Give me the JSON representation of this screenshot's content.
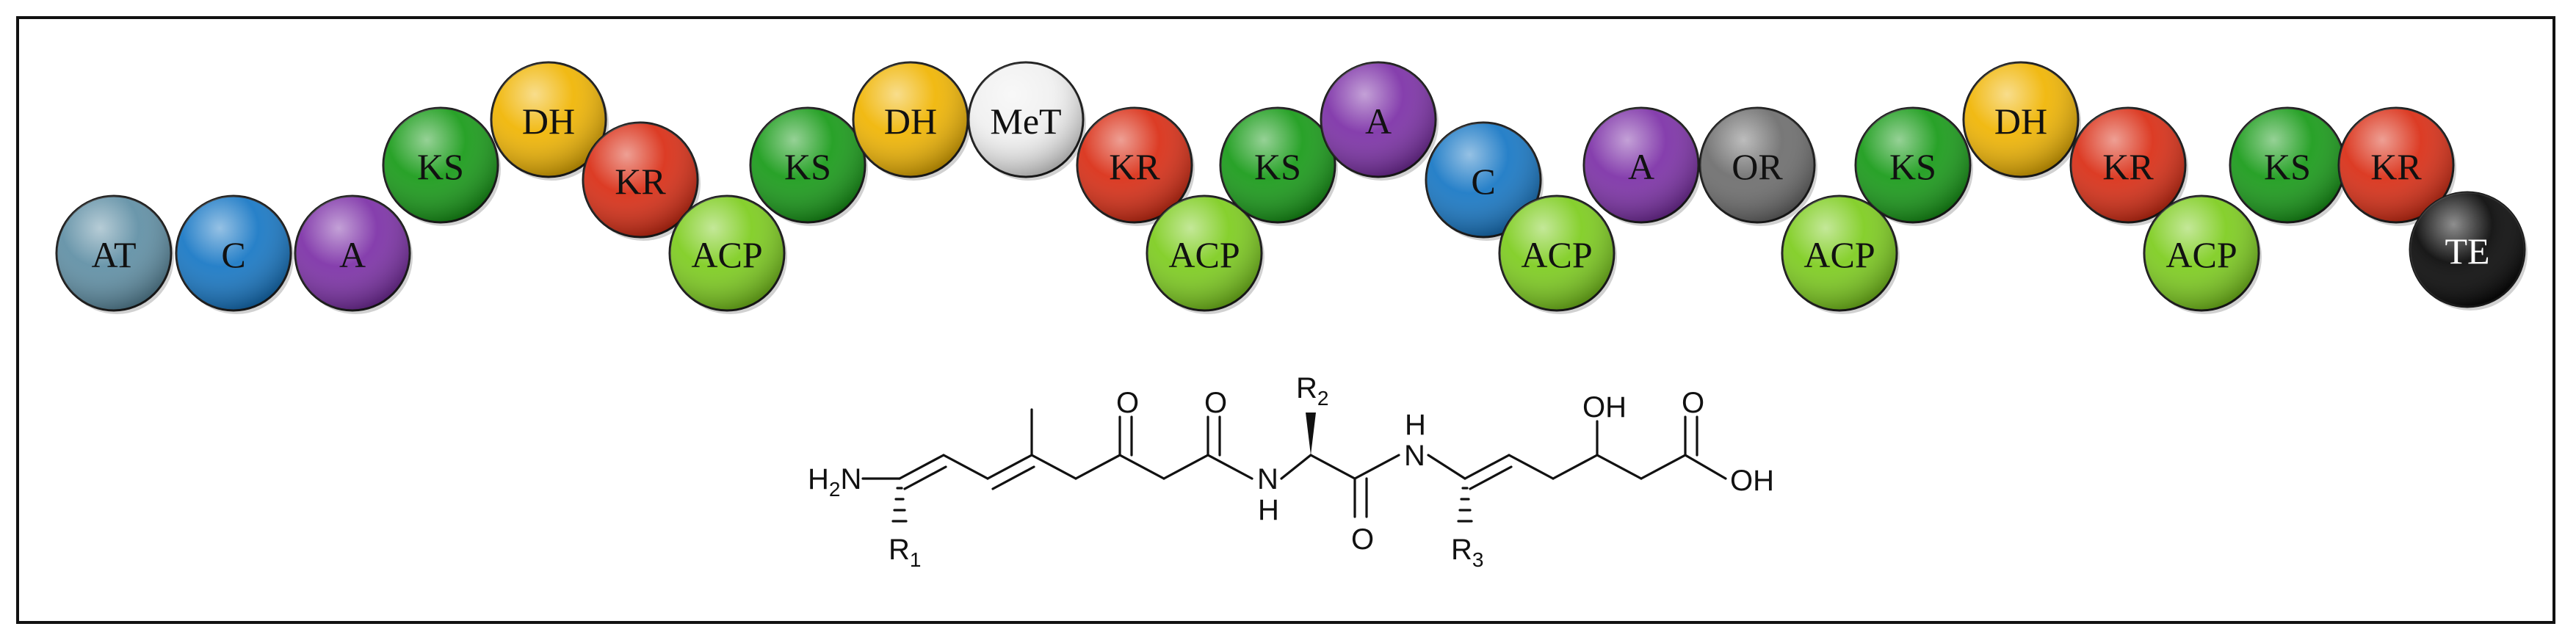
{
  "domain_chain": {
    "modules": [
      {
        "label": "AT",
        "color": "#5e8ea4"
      },
      {
        "label": "C",
        "color": "#1576c4"
      },
      {
        "label": "A",
        "color": "#7b2ea6"
      },
      {
        "label": "KS",
        "color": "#169a16"
      },
      {
        "label": "DH",
        "color": "#f0b400"
      },
      {
        "label": "KR",
        "color": "#d92b12"
      },
      {
        "label": "ACP",
        "color": "#7ccc1c"
      },
      {
        "label": "KS",
        "color": "#169a16"
      },
      {
        "label": "DH",
        "color": "#f0b400"
      },
      {
        "label": "MeT",
        "color": "#f0f0f0"
      },
      {
        "label": "KR",
        "color": "#d92b12"
      },
      {
        "label": "ACP",
        "color": "#7ccc1c"
      },
      {
        "label": "KS",
        "color": "#169a16"
      },
      {
        "label": "A",
        "color": "#7b2ea6"
      },
      {
        "label": "C",
        "color": "#1576c4"
      },
      {
        "label": "ACP",
        "color": "#7ccc1c"
      },
      {
        "label": "A",
        "color": "#7b2ea6"
      },
      {
        "label": "OR",
        "color": "#6c6c6c"
      },
      {
        "label": "ACP",
        "color": "#7ccc1c"
      },
      {
        "label": "KS",
        "color": "#169a16"
      },
      {
        "label": "DH",
        "color": "#f0b400"
      },
      {
        "label": "KR",
        "color": "#d92b12"
      },
      {
        "label": "ACP",
        "color": "#7ccc1c"
      },
      {
        "label": "KS",
        "color": "#169a16"
      },
      {
        "label": "KR",
        "color": "#d92b12"
      },
      {
        "label": "TE",
        "color": "#050505"
      }
    ]
  },
  "structure": {
    "amine_h": "H",
    "amine_sub": "2",
    "amine_n": "N",
    "r1": "R",
    "r1_sub": "1",
    "r2": "R",
    "r2_sub": "2",
    "r3": "R",
    "r3_sub": "3",
    "oxygen_ketone": "O",
    "oxygen_amide1": "O",
    "oxygen_amide2": "O",
    "nh1_n": "N",
    "nh1_h": "H",
    "nh2_h": "H",
    "nh2_n": "N",
    "hydroxyl": "OH",
    "acid_o": "O",
    "acid_oh": "OH"
  }
}
